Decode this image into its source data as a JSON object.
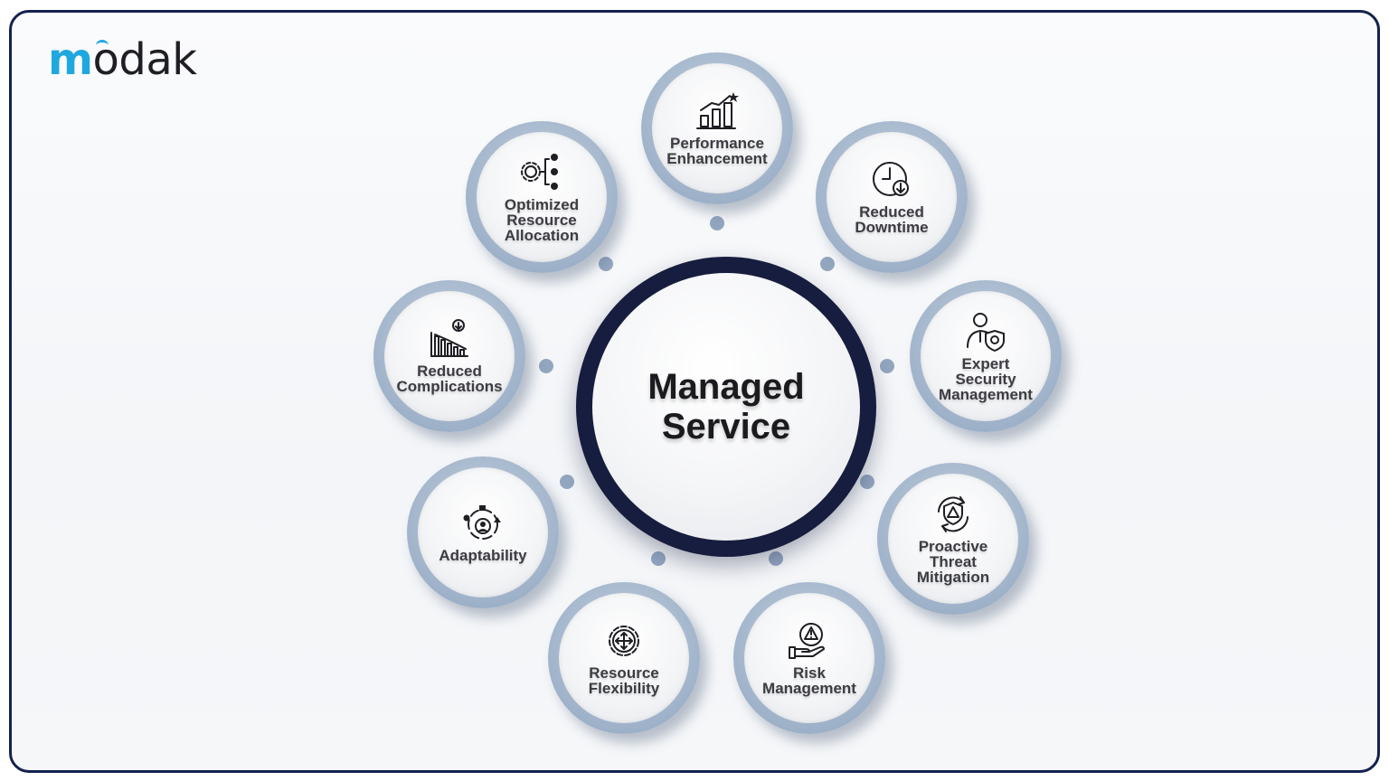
{
  "brand": {
    "logo_text": "modak",
    "accent": "#1fa8df",
    "border_color": "#14224f"
  },
  "center": {
    "label": "Managed\nService"
  },
  "nodes": [
    {
      "label": "Performance\nEnhancement",
      "icon": "growth-chart-icon"
    },
    {
      "label": "Reduced\nDowntime",
      "icon": "clock-download-icon"
    },
    {
      "label": "Expert\nSecurity\nManagement",
      "icon": "security-expert-icon"
    },
    {
      "label": "Proactive\nThreat\nMitigation",
      "icon": "threat-shield-icon"
    },
    {
      "label": "Risk\nManagement",
      "icon": "risk-hand-icon"
    },
    {
      "label": "Resource\nFlexibility",
      "icon": "gear-arrows-icon"
    },
    {
      "label": "Adaptability",
      "icon": "adaptability-cycle-icon"
    },
    {
      "label": "Reduced\nComplications",
      "icon": "declining-chart-icon"
    },
    {
      "label": "Optimized\nResource\nAllocation",
      "icon": "gear-allocation-icon"
    }
  ]
}
